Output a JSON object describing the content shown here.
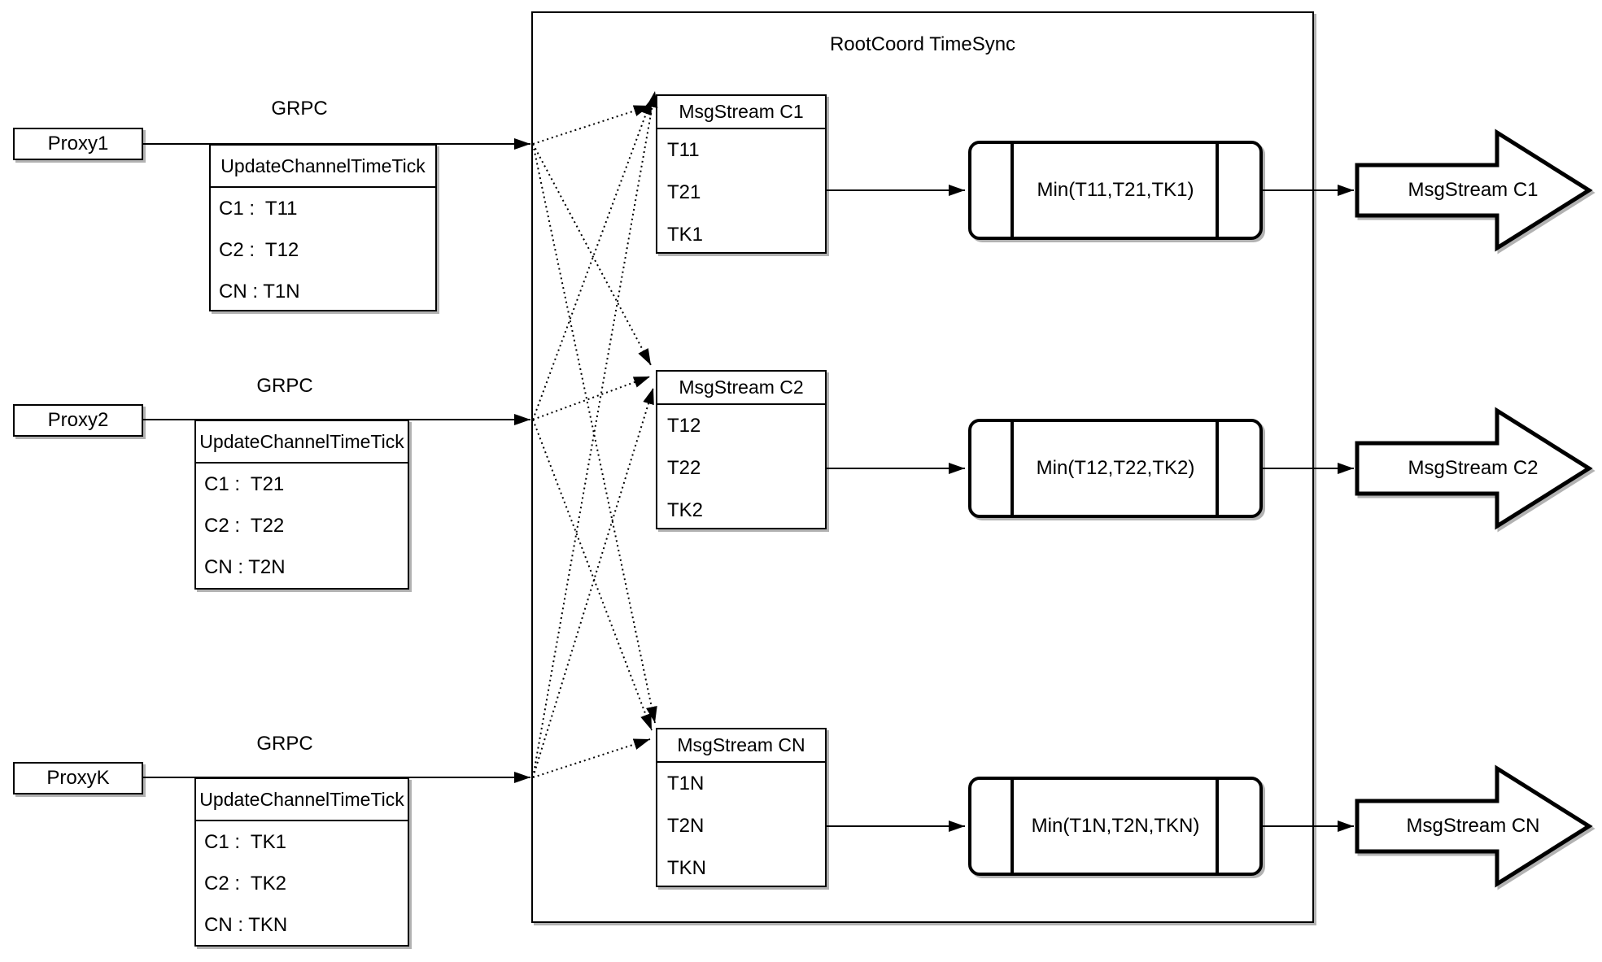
{
  "diagram": {
    "title": "RootCoord TimeSync",
    "grpc_label": "GRPC",
    "colors": {
      "stroke": "#000000",
      "background": "#ffffff"
    },
    "proxies": [
      {
        "name": "Proxy1",
        "table": {
          "header": "UpdateChannelTimeTick",
          "rows": [
            "C1 :  T11",
            "C2 :  T12",
            "CN : T1N"
          ]
        }
      },
      {
        "name": "Proxy2",
        "table": {
          "header": "UpdateChannelTimeTick",
          "rows": [
            "C1 :  T21",
            "C2 :  T22",
            "CN : T2N"
          ]
        }
      },
      {
        "name": "ProxyK",
        "table": {
          "header": "UpdateChannelTimeTick",
          "rows": [
            "C1 :  TK1",
            "C2 :  TK2",
            "CN : TKN"
          ]
        }
      }
    ],
    "streams": [
      {
        "header": "MsgStream C1",
        "rows": [
          "T11",
          "T21",
          "TK1"
        ],
        "min_label": "Min(T11,T21,TK1)",
        "output_label": "MsgStream C1"
      },
      {
        "header": "MsgStream C2",
        "rows": [
          "T12",
          "T22",
          "TK2"
        ],
        "min_label": "Min(T12,T22,TK2)",
        "output_label": "MsgStream C2"
      },
      {
        "header": "MsgStream CN",
        "rows": [
          "T1N",
          "T2N",
          "TKN"
        ],
        "min_label": "Min(T1N,T2N,TKN)",
        "output_label": "MsgStream CN"
      }
    ]
  }
}
